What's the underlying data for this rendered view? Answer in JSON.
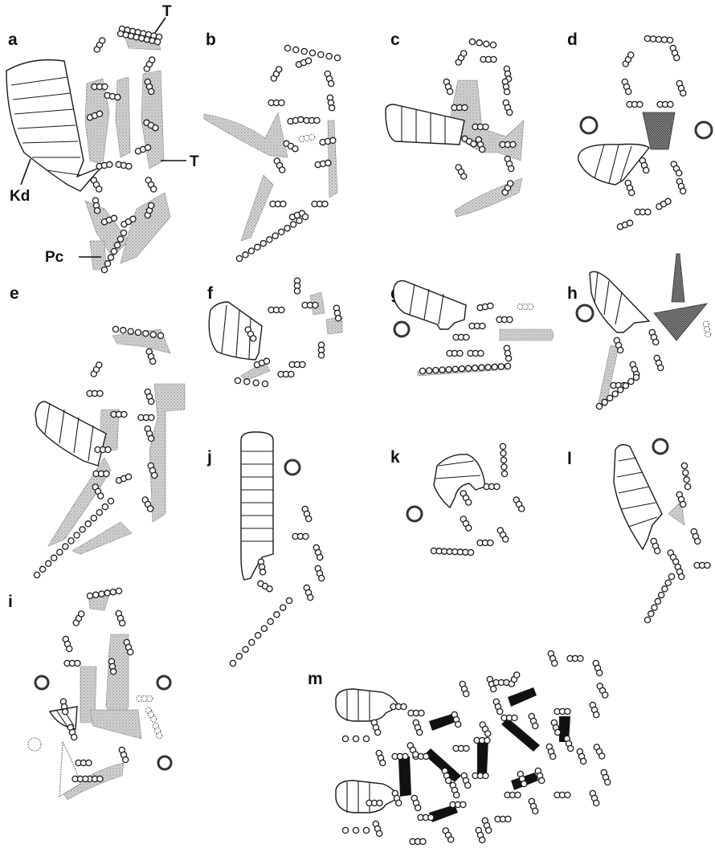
{
  "panels": [
    {
      "id": "a",
      "label": "a"
    },
    {
      "id": "b",
      "label": "b"
    },
    {
      "id": "c",
      "label": "c"
    },
    {
      "id": "d",
      "label": "d"
    },
    {
      "id": "e",
      "label": "e"
    },
    {
      "id": "f",
      "label": "f"
    },
    {
      "id": "g",
      "label": "g"
    },
    {
      "id": "h",
      "label": "h"
    },
    {
      "id": "i",
      "label": "i"
    },
    {
      "id": "j",
      "label": "j"
    },
    {
      "id": "k",
      "label": "k"
    },
    {
      "id": "l",
      "label": "l"
    },
    {
      "id": "m",
      "label": "m"
    }
  ],
  "annotations": {
    "t_top": "T",
    "t_right": "T",
    "kd": "Kd",
    "pc": "Pc"
  },
  "colors": {
    "stipple": "#9a9a9a",
    "dark_stipple": "#3a3a3a",
    "outline": "#1a1a1a",
    "bar": "#111111"
  },
  "icons": [
    "cell-chain",
    "segmented-structure",
    "stippled-region",
    "nucleus-ring",
    "dark-bar"
  ]
}
